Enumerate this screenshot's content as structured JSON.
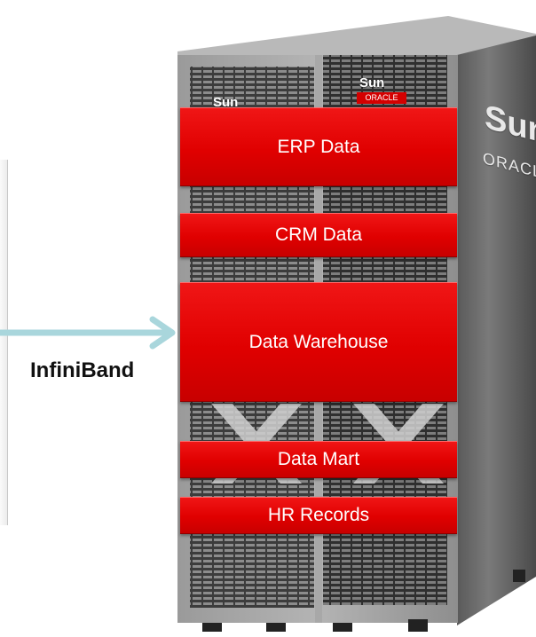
{
  "diagram": {
    "connection_label": "InfiniBand",
    "rack": {
      "brand_logo": "Sun",
      "brand_sub": "ORACLE"
    },
    "bands": [
      {
        "id": "erp",
        "label": "ERP Data"
      },
      {
        "id": "crm",
        "label": "CRM Data"
      },
      {
        "id": "dw",
        "label": "Data Warehouse"
      },
      {
        "id": "mart",
        "label": "Data Mart"
      },
      {
        "id": "hr",
        "label": "HR Records"
      }
    ]
  },
  "colors": {
    "band_red": "#e00000",
    "arrow_teal": "#a9d6dc",
    "rack_gray": "#6b6b6b"
  }
}
